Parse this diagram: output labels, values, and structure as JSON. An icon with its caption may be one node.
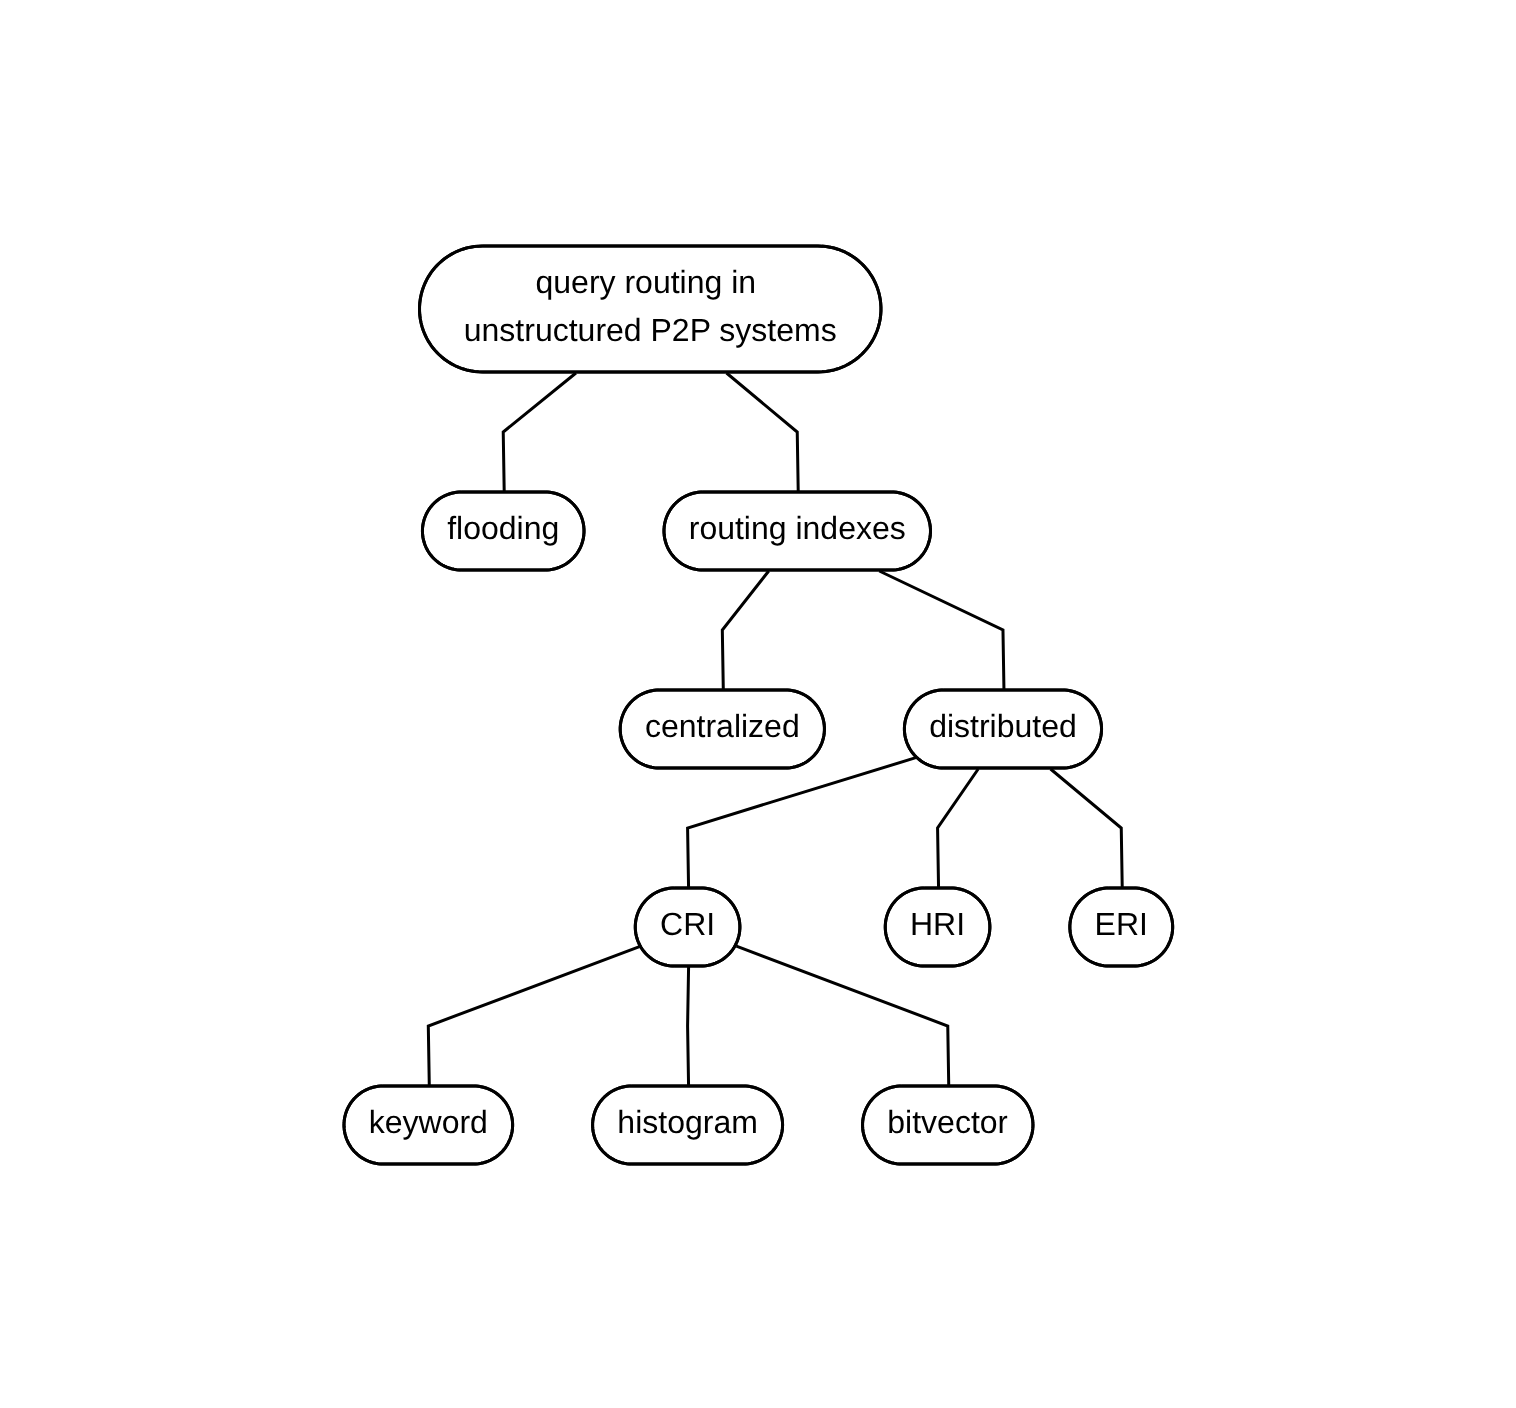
{
  "diagram": {
    "nodes": [
      {
        "text": [
          "query routing in unstructured P2P systems"
        ]
      },
      {
        "text": [
          "flooding"
        ]
      },
      {
        "text": [
          "routing indexes"
        ]
      },
      {
        "text": [
          "centralized"
        ]
      },
      {
        "text": [
          "distributed"
        ]
      },
      {
        "text": [
          "CRI"
        ]
      },
      {
        "text": [
          "HRI"
        ]
      },
      {
        "text": [
          "ERI"
        ]
      },
      {
        "text": [
          "keyword"
        ]
      },
      {
        "text": [
          "histogram"
        ]
      },
      {
        "text": [
          "bitvector"
        ]
      }
    ],
    "edges": [
      {
        "from": 0,
        "to": 1,
        "arrow": "none"
      },
      {
        "from": 0,
        "to": 2,
        "arrow": "none"
      },
      {
        "from": 2,
        "to": 3,
        "arrow": "none"
      },
      {
        "from": 2,
        "to": 4,
        "arrow": "none"
      },
      {
        "from": 4,
        "to": 5,
        "arrow": "none"
      },
      {
        "from": 4,
        "to": 6,
        "arrow": "none"
      },
      {
        "from": 4,
        "to": 7,
        "arrow": "none"
      },
      {
        "from": 5,
        "to": 8,
        "arrow": "none"
      },
      {
        "from": 5,
        "to": 9,
        "arrow": "none"
      },
      {
        "from": 5,
        "to": 10,
        "arrow": "none"
      }
    ]
  }
}
